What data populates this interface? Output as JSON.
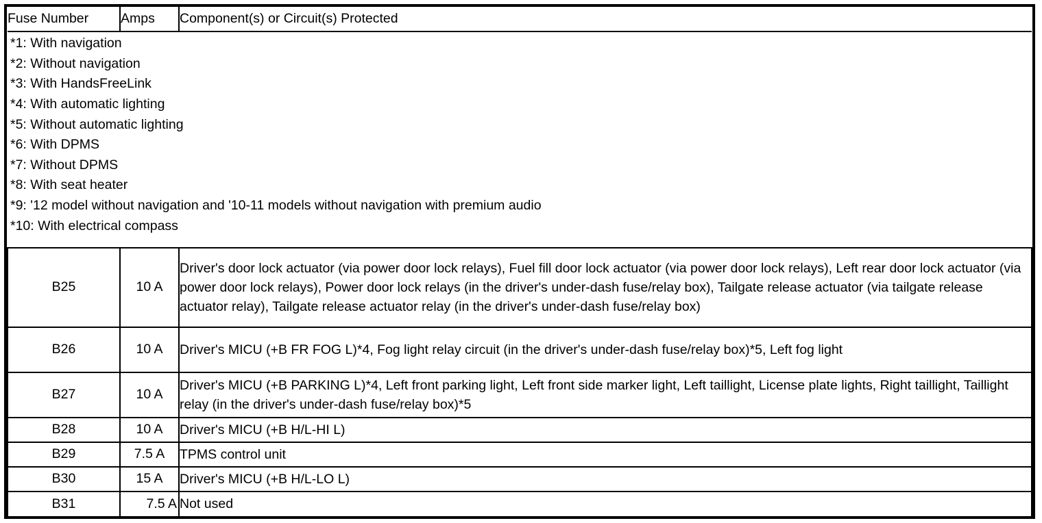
{
  "table": {
    "headers": {
      "fuse_number": "Fuse Number",
      "amps": "Amps",
      "description": "Component(s) or Circuit(s) Protected"
    },
    "footnotes": [
      "*1: With navigation",
      "*2: Without navigation",
      "*3: With HandsFreeLink",
      "*4: With automatic lighting",
      "*5: Without automatic lighting",
      "*6: With DPMS",
      "*7: Without DPMS",
      "*8: With seat heater",
      "*9: '12 model without navigation and '10-11 models without navigation with premium audio",
      "*10: With electrical compass"
    ],
    "rows": [
      {
        "fuse_number": "B25",
        "amps": "10 A",
        "description": "Driver's door lock actuator (via power door lock relays), Fuel fill door lock actuator (via power door lock relays), Left rear door lock actuator (via power door lock relays), Power door lock relays (in the driver's under-dash fuse/relay box), Tailgate release actuator (via tailgate release actuator relay), Tailgate release actuator relay (in the driver's under-dash fuse/relay box)"
      },
      {
        "fuse_number": "B26",
        "amps": "10 A",
        "description": "Driver's MICU (+B FR FOG L)*4, Fog light relay circuit (in the driver's under-dash fuse/relay box)*5, Left fog light"
      },
      {
        "fuse_number": "B27",
        "amps": "10 A",
        "description": "Driver's MICU (+B PARKING L)*4, Left front parking light, Left front side marker light, Left taillight, License plate lights, Right taillight, Taillight relay (in the driver's under-dash fuse/relay box)*5"
      },
      {
        "fuse_number": "B28",
        "amps": "10 A",
        "description": "Driver's MICU (+B H/L-HI L)"
      },
      {
        "fuse_number": "B29",
        "amps": "7.5 A",
        "description": "TPMS control unit"
      },
      {
        "fuse_number": "B30",
        "amps": "15 A",
        "description": "Driver's MICU (+B H/L-LO L)"
      },
      {
        "fuse_number": "B31",
        "amps": "7.5 A",
        "description": "Not used"
      }
    ]
  }
}
